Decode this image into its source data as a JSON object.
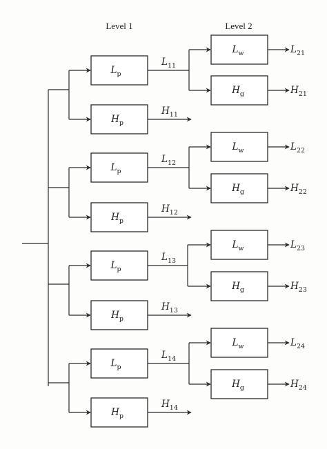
{
  "headers": {
    "level1": "Level 1",
    "level2": "Level 2"
  },
  "branches": [
    {
      "lp": {
        "base": "L",
        "sub": "p"
      },
      "hp": {
        "base": "H",
        "sub": "p"
      },
      "low_out": {
        "base": "L",
        "sub": "11"
      },
      "high_out": {
        "base": "H",
        "sub": "11"
      },
      "lw": {
        "base": "L",
        "sub": "w"
      },
      "hg": {
        "base": "H",
        "sub": "g"
      },
      "out_l": {
        "base": "L",
        "sub": "21"
      },
      "out_h": {
        "base": "H",
        "sub": "21"
      }
    },
    {
      "lp": {
        "base": "L",
        "sub": "p"
      },
      "hp": {
        "base": "H",
        "sub": "p"
      },
      "low_out": {
        "base": "L",
        "sub": "12"
      },
      "high_out": {
        "base": "H",
        "sub": "12"
      },
      "lw": {
        "base": "L",
        "sub": "w"
      },
      "hg": {
        "base": "H",
        "sub": "g"
      },
      "out_l": {
        "base": "L",
        "sub": "22"
      },
      "out_h": {
        "base": "H",
        "sub": "22"
      }
    },
    {
      "lp": {
        "base": "L",
        "sub": "p"
      },
      "hp": {
        "base": "H",
        "sub": "p"
      },
      "low_out": {
        "base": "L",
        "sub": "13"
      },
      "high_out": {
        "base": "H",
        "sub": "13"
      },
      "lw": {
        "base": "L",
        "sub": "w"
      },
      "hg": {
        "base": "H",
        "sub": "g"
      },
      "out_l": {
        "base": "L",
        "sub": "23"
      },
      "out_h": {
        "base": "H",
        "sub": "23"
      }
    },
    {
      "lp": {
        "base": "L",
        "sub": "p"
      },
      "hp": {
        "base": "H",
        "sub": "p"
      },
      "low_out": {
        "base": "L",
        "sub": "14"
      },
      "high_out": {
        "base": "H",
        "sub": "14"
      },
      "lw": {
        "base": "L",
        "sub": "w"
      },
      "hg": {
        "base": "H",
        "sub": "g"
      },
      "out_l": {
        "base": "L",
        "sub": "24"
      },
      "out_h": {
        "base": "H",
        "sub": "24"
      }
    }
  ]
}
